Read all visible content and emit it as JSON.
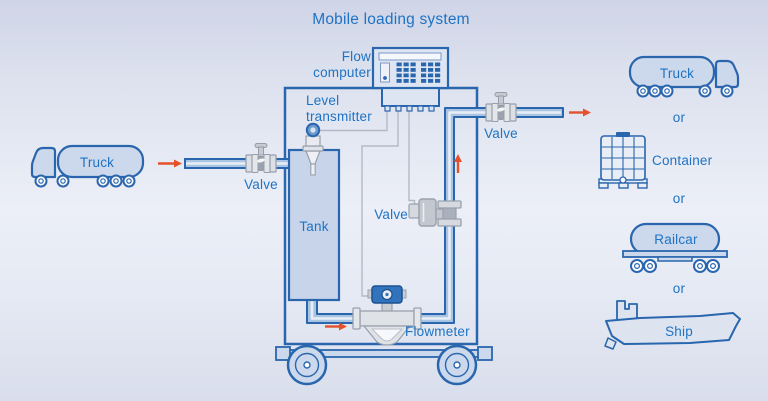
{
  "title": "Mobile loading system",
  "labels": {
    "truck_left": "Truck",
    "inlet_valve": "Valve",
    "tank": "Tank",
    "level_transmitter": "Level transmitter",
    "flow_computer": "Flow computer",
    "control_valve": "Valve",
    "flowmeter": "Flowmeter",
    "outlet_valve": "Valve",
    "truck_right": "Truck",
    "or": "or",
    "container": "Container",
    "railcar": "Railcar",
    "ship": "Ship"
  },
  "colors": {
    "diagram_line_blue": "#2a66ae",
    "label_text_blue": "#1e73c4",
    "vehicle_fill_blue": "#ccd8ec",
    "pipe_fill_blue": "#a9c5e3",
    "flow_arrow_orange": "#e4512b",
    "instrument_gray": "#b4bac4",
    "signal_wire_gray": "#b3bac7",
    "background_top": "#cfd4e7",
    "background_middle": "#eceff7",
    "background_bottom": "#d9deec"
  }
}
